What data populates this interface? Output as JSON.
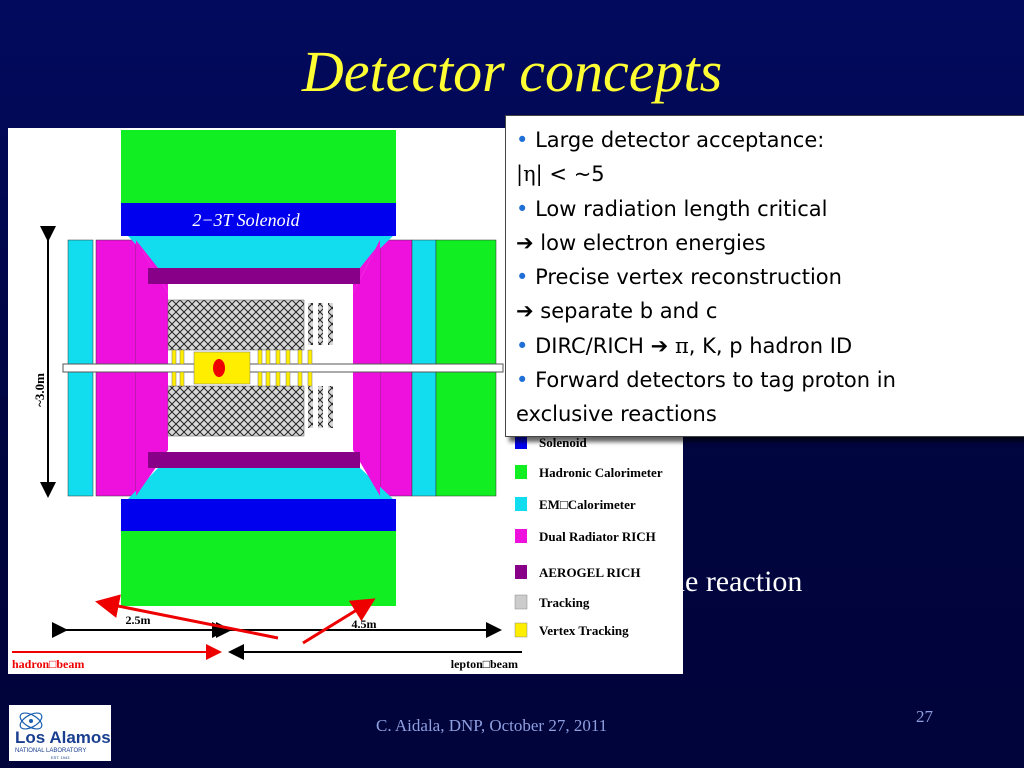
{
  "slide": {
    "title": "Detector concepts",
    "partial_text": "ne reaction",
    "footer": "C. Aidala, DNP, October 27, 2011",
    "page_number": "27"
  },
  "bullets": {
    "b1_a": "Large detector acceptance:",
    "b1_b": "< ~5",
    "b2_a": "Low radiation length critical",
    "b2_b": "low electron energies",
    "b3_a": "Precise vertex reconstruction",
    "b3_b": "separate b and c",
    "b4_a": "DIRC/RICH",
    "b4_b": ", K, p hadron ID",
    "b5_a": "Forward detectors to tag proton in",
    "b5_b": "exclusive reactions"
  },
  "diagram": {
    "solenoid_label": "2−3T Solenoid",
    "height_label": "~3.0m",
    "dim_left": "2.5m",
    "dim_right": "4.5m",
    "hadron_beam": "hadron□beam",
    "lepton_beam": "lepton□beam",
    "legend": [
      {
        "label": "Solenoid",
        "color": "#0000ee"
      },
      {
        "label": "Hadronic Calorimeter",
        "color": "#11ee22"
      },
      {
        "label": "EM□Calorimeter",
        "color": "#11ddee"
      },
      {
        "label": "Dual Radiator RICH",
        "color": "#ee11dd"
      },
      {
        "label": "AEROGEL RICH",
        "color": "#880088"
      },
      {
        "label": "Tracking",
        "color": "#cccccc"
      },
      {
        "label": "Vertex Tracking",
        "color": "#ffee00"
      }
    ]
  },
  "logo": {
    "name": "Los Alamos",
    "sub": "NATIONAL LABORATORY",
    "est": "EST. 1943"
  },
  "colors": {
    "title": "#ffff33",
    "background": "#020a5e",
    "bullet": "#1f6fd6"
  }
}
